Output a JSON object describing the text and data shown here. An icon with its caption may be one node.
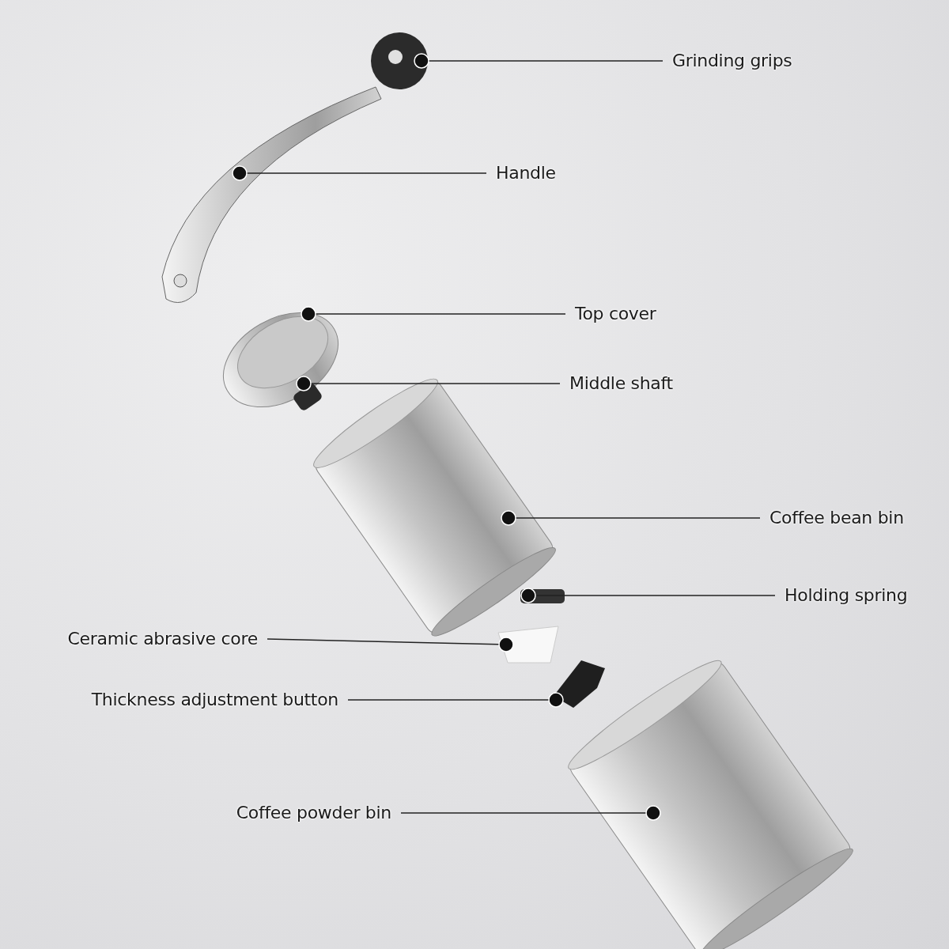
{
  "diagram": {
    "nodes": [
      {
        "text": [
          "Grinding grips"
        ]
      },
      {
        "text": [
          "Handle"
        ]
      },
      {
        "text": [
          "Top cover"
        ]
      },
      {
        "text": [
          "Middle shaft"
        ]
      },
      {
        "text": [
          "Coffee bean bin"
        ]
      },
      {
        "text": [
          "Holding spring"
        ]
      },
      {
        "text": [
          "Ceramic abrasive core"
        ]
      },
      {
        "text": [
          "Thickness adjustment button"
        ]
      },
      {
        "text": [
          "Coffee powder bin"
        ]
      },
      {
        "text": [],
        "shape": "picture"
      },
      {
        "text": [],
        "shape": "picture"
      },
      {
        "text": [],
        "shape": "picture"
      },
      {
        "text": [],
        "shape": "picture"
      },
      {
        "text": [],
        "shape": "picture"
      },
      {
        "text": [],
        "shape": "picture"
      },
      {
        "text": [],
        "shape": "picture"
      },
      {
        "text": [],
        "shape": "picture"
      },
      {
        "text": [],
        "shape": "picture"
      }
    ],
    "edges": [
      {
        "from": 0,
        "to": 9,
        "arrow": "other"
      },
      {
        "from": 1,
        "to": 10,
        "arrow": "other"
      },
      {
        "from": 2,
        "to": 11,
        "arrow": "other"
      },
      {
        "from": 3,
        "to": 12,
        "arrow": "other"
      },
      {
        "from": 4,
        "to": 13,
        "arrow": "other"
      },
      {
        "from": 5,
        "to": 14,
        "arrow": "other"
      },
      {
        "from": 6,
        "to": 15,
        "arrow": "other"
      },
      {
        "from": 7,
        "to": 16,
        "arrow": "other"
      },
      {
        "from": 8,
        "to": 17,
        "arrow": "other"
      }
    ]
  }
}
